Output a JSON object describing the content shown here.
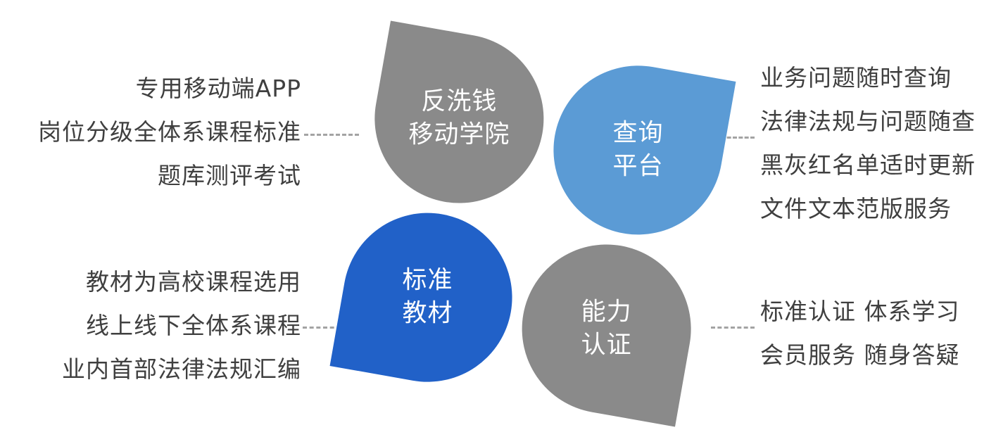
{
  "petals": [
    {
      "label_lines": [
        "反洗钱",
        "移动学院"
      ],
      "color": "#8a8a8a"
    },
    {
      "label_lines": [
        "查询",
        "平台"
      ],
      "color": "#5b9bd5"
    },
    {
      "label_lines": [
        "标准",
        "教材"
      ],
      "color": "#2161c8"
    },
    {
      "label_lines": [
        "能力",
        "认证"
      ],
      "color": "#8a8a8a"
    }
  ],
  "annotations": {
    "top_left": {
      "lines": [
        "专用移动端APP",
        "岗位分级全体系课程标准",
        "题库测评考试"
      ]
    },
    "bottom_left": {
      "lines": [
        "教材为高校课程选用",
        "线上线下全体系课程",
        "业内首部法律法规汇编"
      ]
    },
    "top_right": {
      "lines": [
        "业务问题随时查询",
        "法律法规与问题随查",
        "黑灰红名单适时更新",
        "文件文本范版服务"
      ]
    },
    "bottom_right": {
      "lines": [
        "标准认证 体系学习",
        "会员服务 随身答疑"
      ]
    }
  },
  "style": {
    "background": "#ffffff",
    "annotation_text_color": "#3f3f3f",
    "connector_color": "#a3a3a3",
    "petal_label_color": "#ffffff"
  }
}
